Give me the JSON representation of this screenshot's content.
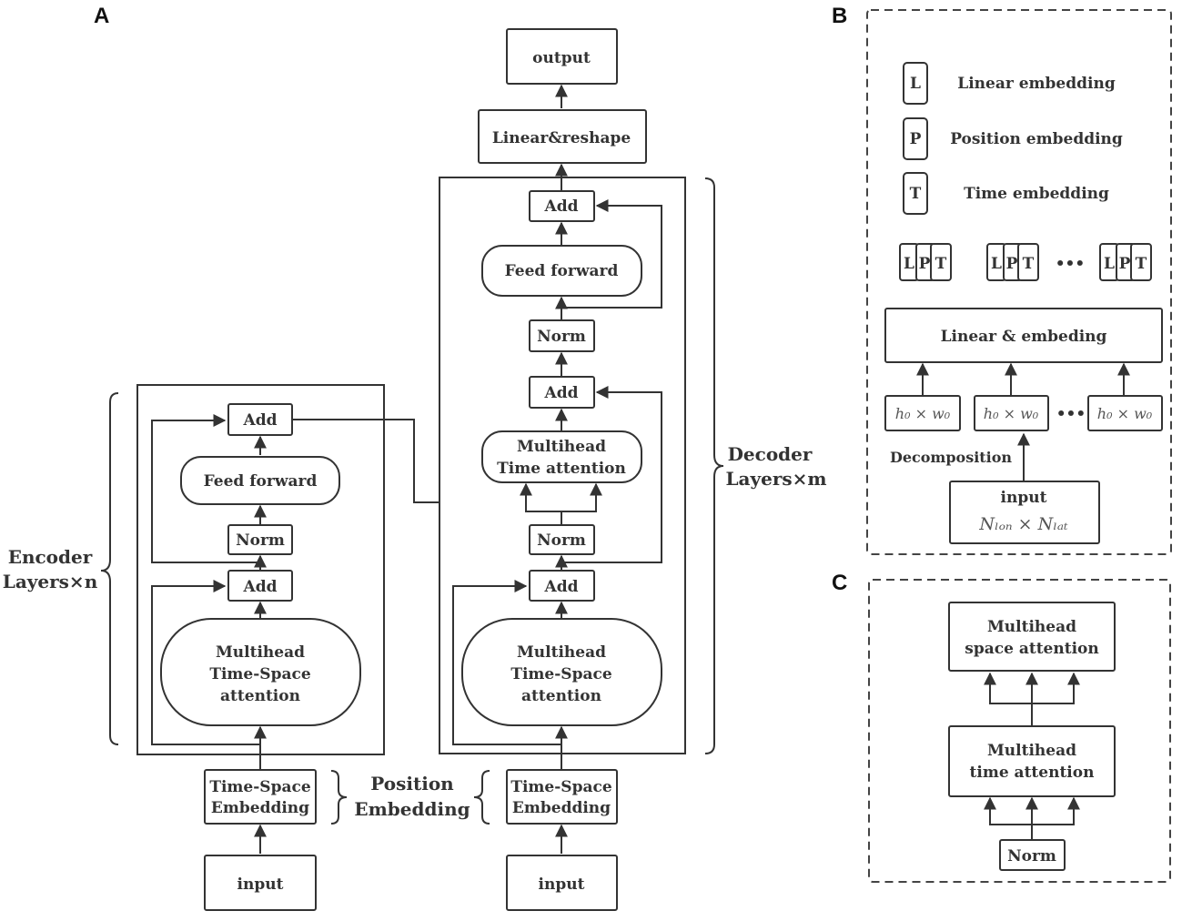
{
  "panels": {
    "a": "A",
    "b": "B",
    "c": "C"
  },
  "encoder": {
    "side_label_1": "Encoder",
    "side_label_2": "Layers×n",
    "add_top": "Add",
    "feed_forward": "Feed forward",
    "norm": "Norm",
    "add_bottom": "Add",
    "attention_1": "Multihead",
    "attention_2": "Time-Space",
    "attention_3": "attention",
    "embedding_1": "Time-Space",
    "embedding_2": "Embedding",
    "input": "input"
  },
  "position_embedding": {
    "line1": "Position",
    "line2": "Embedding"
  },
  "decoder": {
    "side_label_1": "Decoder",
    "side_label_2": "Layers×m",
    "output": "output",
    "linear_reshape": "Linear&reshape",
    "add_top": "Add",
    "feed_forward": "Feed forward",
    "norm_top": "Norm",
    "add_mid": "Add",
    "time_attention_1": "Multihead",
    "time_attention_2": "Time attention",
    "norm_bottom": "Norm",
    "add_bottom": "Add",
    "attention_1": "Multihead",
    "attention_2": "Time-Space",
    "attention_3": "attention",
    "embedding_1": "Time-Space",
    "embedding_2": "Embedding",
    "input": "input"
  },
  "panel_b": {
    "legend": [
      {
        "symbol": "L",
        "label": "Linear embedding"
      },
      {
        "symbol": "P",
        "label": "Position embedding"
      },
      {
        "symbol": "T",
        "label": "Time embedding"
      }
    ],
    "token": {
      "l": "L",
      "p": "P",
      "t": "T"
    },
    "dots": "•••",
    "linear_embeding": "Linear & embeding",
    "patch": "h₀ × w₀",
    "decomposition": "Decomposition",
    "input_label": "input",
    "input_shape": "Nₗₒₙ × Nₗₐₜ"
  },
  "panel_c": {
    "space_attention_1": "Multihead",
    "space_attention_2": "space attention",
    "time_attention_1": "Multihead",
    "time_attention_2": "time attention",
    "norm": "Norm"
  }
}
